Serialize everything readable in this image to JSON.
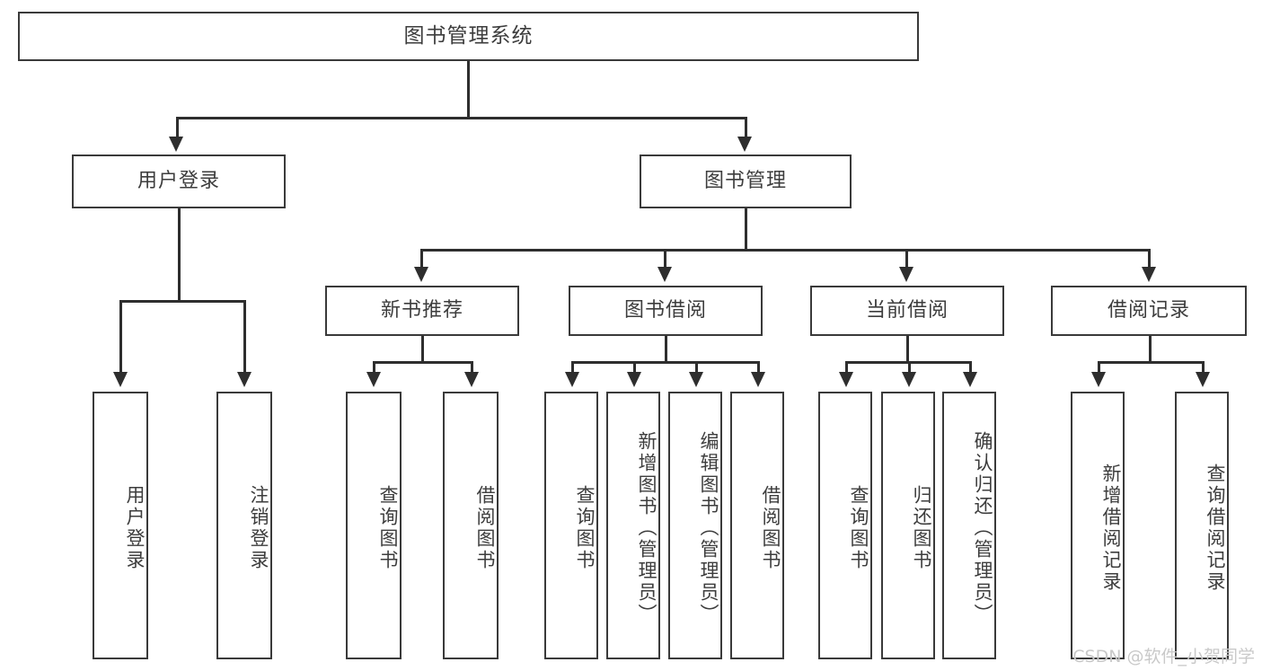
{
  "diagram": {
    "type": "tree-hierarchy",
    "title": "图书管理系统",
    "root": {
      "id": "root",
      "label": "图书管理系统"
    },
    "level1": [
      {
        "id": "user-login",
        "label": "用户登录"
      },
      {
        "id": "book-manage",
        "label": "图书管理"
      }
    ],
    "level2": [
      {
        "id": "new-book-rec",
        "label": "新书推荐",
        "parent": "book-manage"
      },
      {
        "id": "book-borrow",
        "label": "图书借阅",
        "parent": "book-manage"
      },
      {
        "id": "current-borrow",
        "label": "当前借阅",
        "parent": "book-manage"
      },
      {
        "id": "borrow-record",
        "label": "借阅记录",
        "parent": "book-manage"
      }
    ],
    "leaves": [
      {
        "id": "leaf-user-login",
        "label": "用户登录",
        "parent": "user-login"
      },
      {
        "id": "leaf-logout-login",
        "label": "注销登录",
        "parent": "user-login"
      },
      {
        "id": "leaf-query-book-1",
        "label": "查询图书",
        "parent": "new-book-rec"
      },
      {
        "id": "leaf-borrow-book-1",
        "label": "借阅图书",
        "parent": "new-book-rec"
      },
      {
        "id": "leaf-query-book-2",
        "label": "查询图书",
        "parent": "book-borrow"
      },
      {
        "id": "leaf-add-book",
        "label": "新增图书（管理员）",
        "parent": "book-borrow"
      },
      {
        "id": "leaf-edit-book",
        "label": "编辑图书（管理员）",
        "parent": "book-borrow"
      },
      {
        "id": "leaf-borrow-book-2",
        "label": "借阅图书",
        "parent": "book-borrow"
      },
      {
        "id": "leaf-query-book-3",
        "label": "查询图书",
        "parent": "current-borrow"
      },
      {
        "id": "leaf-return-book",
        "label": "归还图书",
        "parent": "current-borrow"
      },
      {
        "id": "leaf-confirm-return",
        "label": "确认归还（管理员）",
        "parent": "current-borrow"
      },
      {
        "id": "leaf-add-record",
        "label": "新增借阅记录",
        "parent": "borrow-record"
      },
      {
        "id": "leaf-query-record",
        "label": "查询借阅记录",
        "parent": "borrow-record"
      }
    ],
    "colors": {
      "box_border": "#3a3a3a",
      "box_fill": "#ffffff",
      "connector": "#2e2e2e",
      "text": "#3d3d3d",
      "watermark": "#c9c9c9"
    }
  },
  "watermark": {
    "text": "CSDN @软件_小贺同学"
  }
}
